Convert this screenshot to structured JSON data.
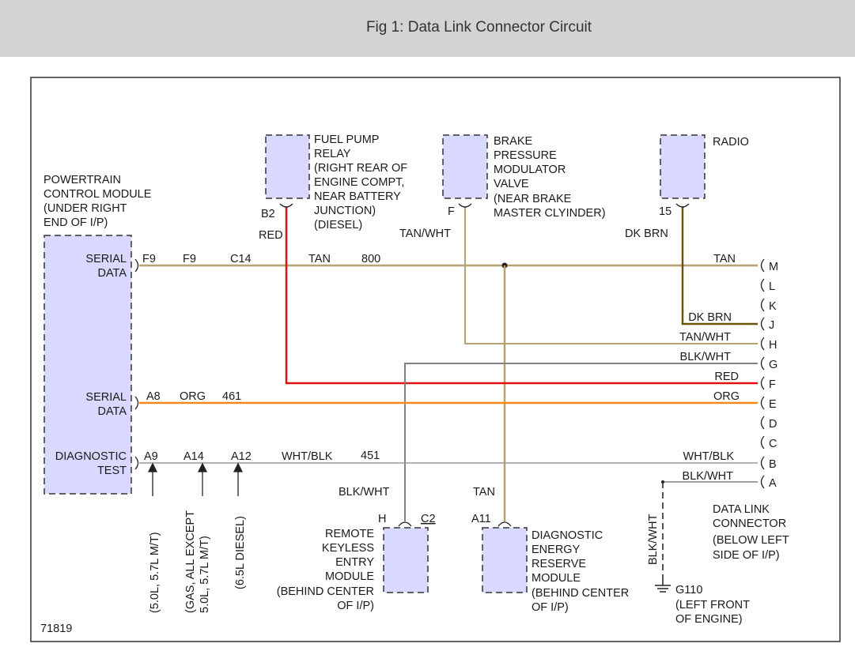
{
  "header": {
    "title": "Fig 1: Data Link Connector Circuit"
  },
  "figure_id": "71819",
  "colors": {
    "tan": "#b5a371",
    "dk_brn": "#6b5409",
    "red": "#e01010",
    "org": "#f28a1a",
    "gray": "#808080",
    "module_fill": "#d9d9ff",
    "header_bg": "#d3d3d3"
  },
  "modules": {
    "pcm": {
      "lines": [
        "POWERTRAIN",
        "CONTROL MODULE",
        "(UNDER RIGHT",
        "END OF I/P)"
      ],
      "serial_data_1": [
        "SERIAL",
        "DATA"
      ],
      "serial_data_2": [
        "SERIAL",
        "DATA"
      ],
      "diag": [
        "DIAGNOSTIC",
        "TEST"
      ]
    },
    "fuel_pump_relay": {
      "lines": [
        "FUEL PUMP",
        "RELAY",
        "(RIGHT REAR OF",
        "ENGINE COMPT,",
        "NEAR BATTERY",
        "JUNCTION)",
        "(DIESEL)"
      ],
      "pin": "B2"
    },
    "brake_modulator": {
      "lines": [
        "BRAKE",
        "PRESSURE",
        "MODULATOR",
        "VALVE",
        "(NEAR BRAKE",
        "MASTER CLYINDER)"
      ],
      "pin": "F"
    },
    "radio": {
      "lines": [
        "RADIO"
      ],
      "pin": "15"
    },
    "rke": {
      "lines": [
        "REMOTE",
        "KEYLESS",
        "ENTRY",
        "MODULE",
        "(BEHIND CENTER",
        "OF I/P)"
      ],
      "pin": "H",
      "connector": "C2"
    },
    "derm": {
      "lines": [
        "DIAGNOSTIC",
        "ENERGY",
        "RESERVE",
        "MODULE",
        "(BEHIND CENTER",
        "OF I/P)"
      ],
      "pin": "A11"
    },
    "dlc": {
      "lines": [
        "DATA LINK",
        "CONNECTOR",
        "(BELOW LEFT",
        "SIDE OF I/P)"
      ],
      "pins": [
        "M",
        "L",
        "K",
        "J",
        "H",
        "G",
        "F",
        "E",
        "D",
        "C",
        "B",
        "A"
      ]
    },
    "ground": {
      "lines": [
        "G110",
        "(LEFT FRONT",
        "OF ENGINE)"
      ],
      "wire": "BLK/WHT"
    }
  },
  "wires": {
    "tan_800": {
      "pin": "F9",
      "pin2": "F9",
      "conn": "C14",
      "color": "TAN",
      "circuit": "800",
      "right_color": "TAN"
    },
    "red": {
      "top": "RED",
      "right": "RED"
    },
    "tan_wht": {
      "top": "TAN/WHT",
      "right": "TAN/WHT"
    },
    "dk_brn": {
      "top": "DK BRN",
      "right": "DK BRN"
    },
    "blk_wht_g": {
      "right": "BLK/WHT",
      "bottom": "BLK/WHT"
    },
    "tan_derm": {
      "bottom": "TAN"
    },
    "org_461": {
      "pin": "A8",
      "color": "ORG",
      "circuit": "461",
      "right": "ORG"
    },
    "diag_451": {
      "pins": [
        "A9",
        "A14",
        "A12"
      ],
      "color": "WHT/BLK",
      "circuit": "451",
      "right": "WHT/BLK"
    },
    "blk_wht_a": {
      "right": "BLK/WHT"
    }
  },
  "diag_notes": [
    {
      "lines": [
        "(5.0L, 5.7L M/T)"
      ]
    },
    {
      "lines": [
        "(GAS, ALL EXCEPT",
        "5.0L, 5.7L M/T)"
      ]
    },
    {
      "lines": [
        "(6.5L DIESEL)"
      ]
    }
  ]
}
